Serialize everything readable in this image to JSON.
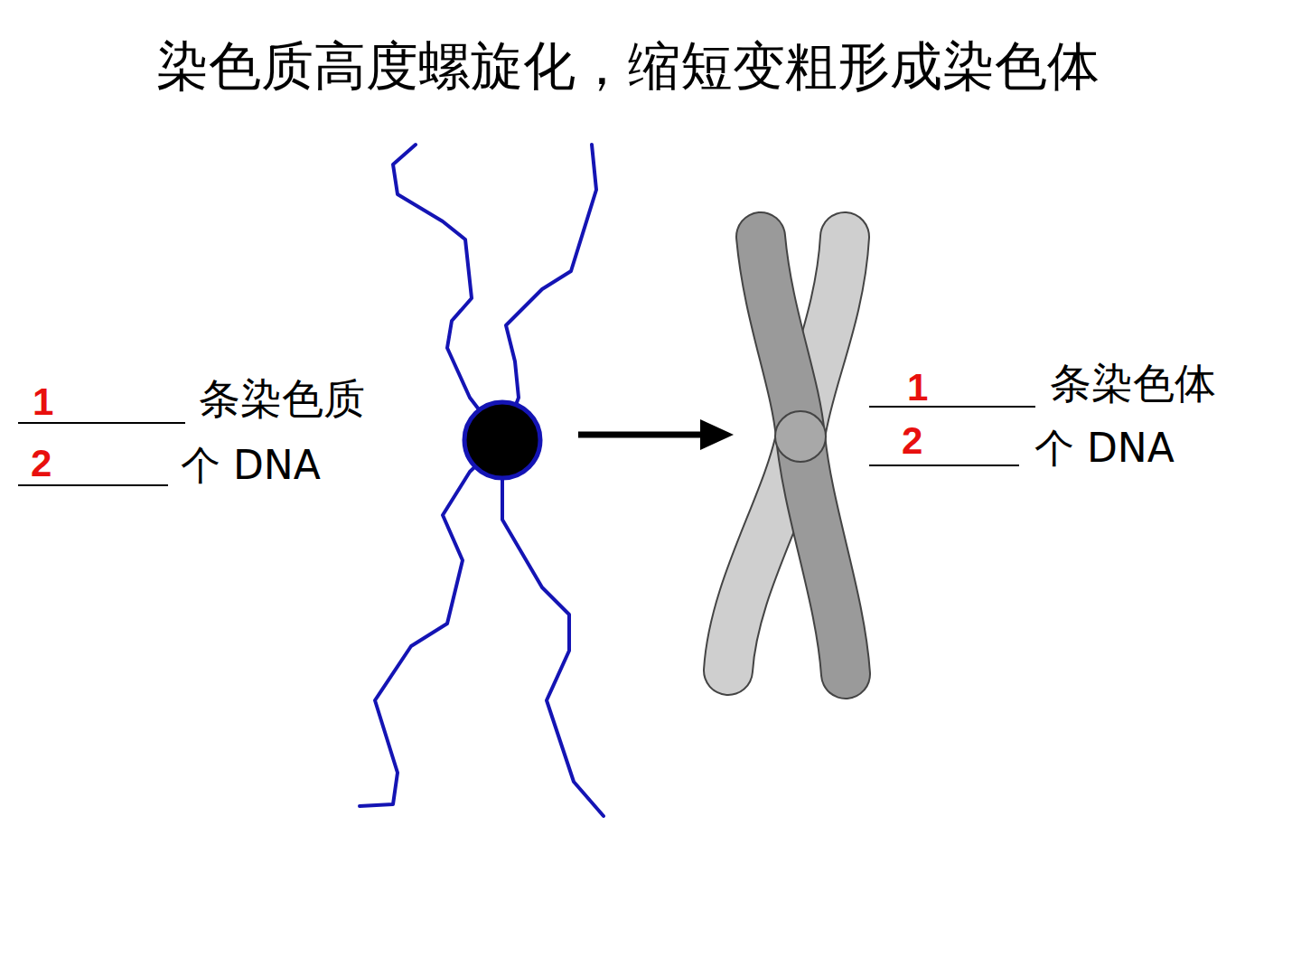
{
  "diagram": {
    "title": "染色质高度螺旋化，缩短变粗形成染色体",
    "labels": [
      "1",
      "条染色质",
      "2",
      "个 DNA",
      "1",
      "条染色体",
      "2",
      "个 DNA"
    ]
  }
}
